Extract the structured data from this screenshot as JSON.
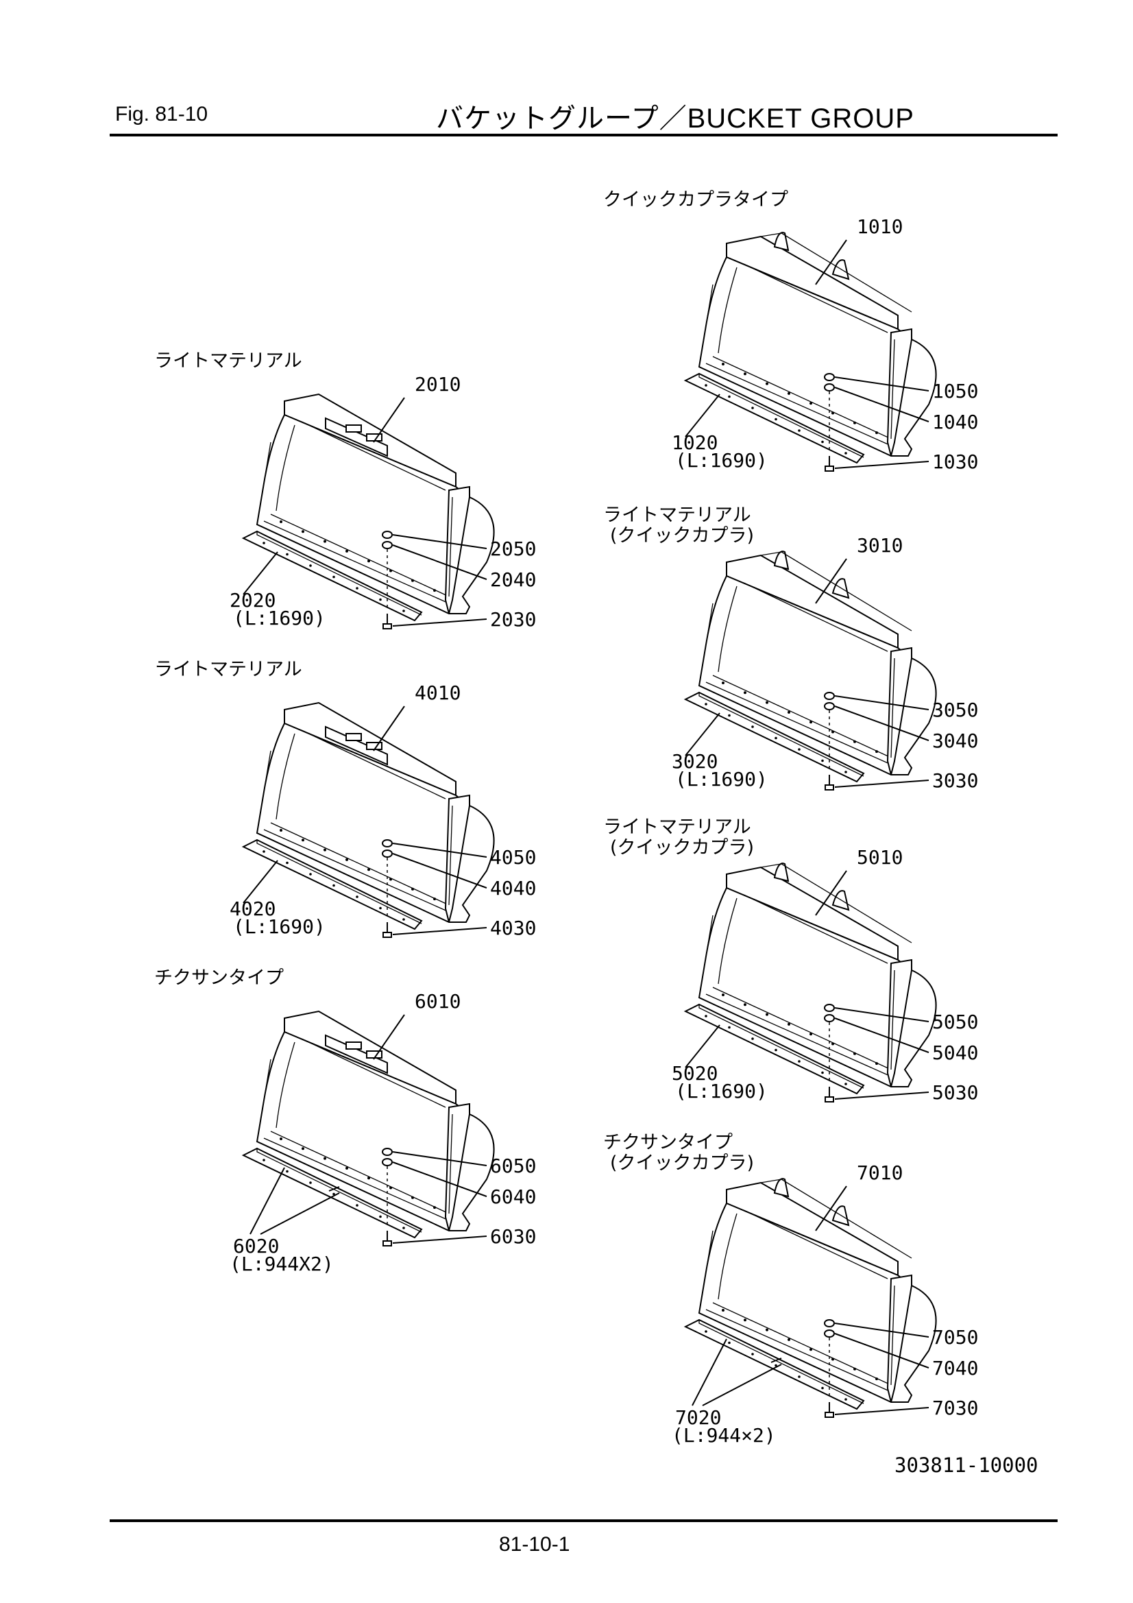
{
  "header": {
    "fig": "Fig.  81-10",
    "title": "バケットグループ／BUCKET  GROUP"
  },
  "doc_number": "303811-10000",
  "page_number": "81-10-1",
  "groups": [
    {
      "id": "g1000",
      "heading": [
        "クイックカプラタイプ"
      ],
      "bucket": "1010",
      "edge": "1020",
      "edge_length": "(L:1690)",
      "nut": "1050",
      "washer": "1040",
      "bolt": "1030",
      "split_edge": false,
      "coupler": true
    },
    {
      "id": "g2000",
      "heading": [
        "ライトマテリアル"
      ],
      "bucket": "2010",
      "edge": "2020",
      "edge_length": "(L:1690)",
      "nut": "2050",
      "washer": "2040",
      "bolt": "2030",
      "split_edge": false,
      "coupler": false
    },
    {
      "id": "g3000",
      "heading": [
        "ライトマテリアル",
        "(クイックカプラ)"
      ],
      "bucket": "3010",
      "edge": "3020",
      "edge_length": "(L:1690)",
      "nut": "3050",
      "washer": "3040",
      "bolt": "3030",
      "split_edge": false,
      "coupler": true
    },
    {
      "id": "g4000",
      "heading": [
        "ライトマテリアル"
      ],
      "bucket": "4010",
      "edge": "4020",
      "edge_length": "(L:1690)",
      "nut": "4050",
      "washer": "4040",
      "bolt": "4030",
      "split_edge": false,
      "coupler": false
    },
    {
      "id": "g5000",
      "heading": [
        "ライトマテリアル",
        "(クイックカプラ)"
      ],
      "bucket": "5010",
      "edge": "5020",
      "edge_length": "(L:1690)",
      "nut": "5050",
      "washer": "5040",
      "bolt": "5030",
      "split_edge": false,
      "coupler": true
    },
    {
      "id": "g6000",
      "heading": [
        "チクサンタイプ"
      ],
      "bucket": "6010",
      "edge": "6020",
      "edge_length": "(L:944X2)",
      "nut": "6050",
      "washer": "6040",
      "bolt": "6030",
      "split_edge": true,
      "coupler": false
    },
    {
      "id": "g7000",
      "heading": [
        "チクサンタイプ",
        "(クイックカプラ)"
      ],
      "bucket": "7010",
      "edge": "7020",
      "edge_length": "(L:944×2)",
      "nut": "7050",
      "washer": "7040",
      "bolt": "7030",
      "split_edge": true,
      "coupler": true
    }
  ]
}
